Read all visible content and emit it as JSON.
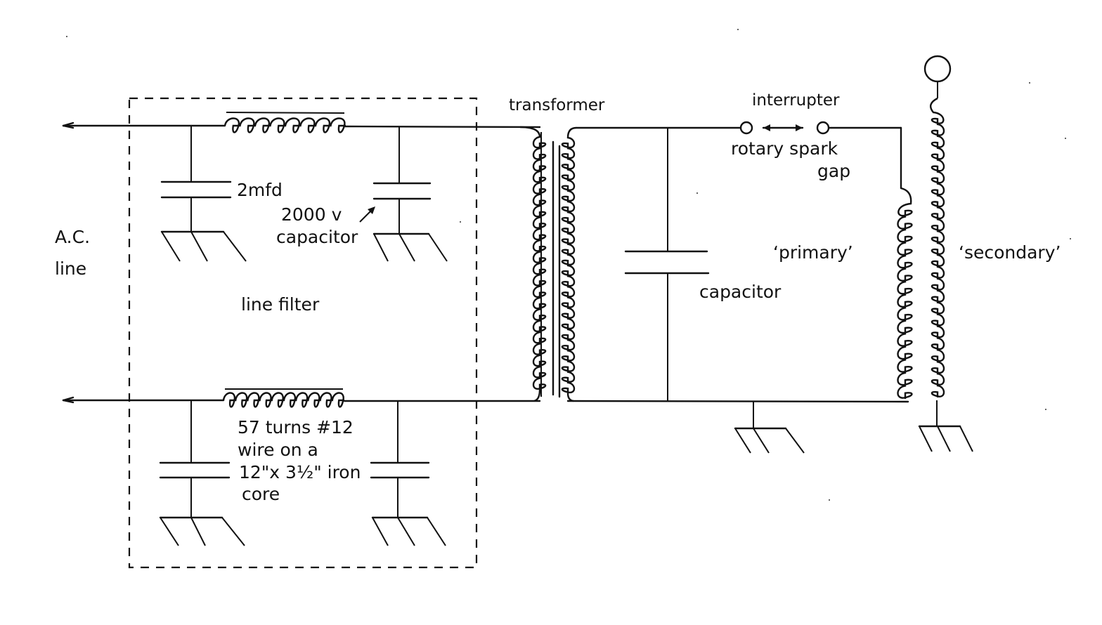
{
  "diagram": {
    "type": "schematic",
    "subject": "Tesla coil circuit with line filter",
    "labels": {
      "ac_line_1": "A.C.",
      "ac_line_2": "line",
      "capacitor_value": "2mfd",
      "capacitor_voltage": "2000 v",
      "capacitor_word": "capacitor",
      "line_filter": "line filter",
      "choke_1": "57 turns #12",
      "choke_2": "wire on a",
      "choke_3": "12\"x 3½\" iron",
      "choke_4": "core",
      "transformer": "transformer",
      "interrupter": "interrupter",
      "rotary_1": "rotary spark",
      "rotary_2": "gap",
      "tank_capacitor": "capacitor",
      "primary": "‘primary’",
      "secondary": "‘secondary’"
    },
    "components": [
      {
        "id": "line-filter",
        "kind": "dashed enclosure"
      },
      {
        "id": "choke-top",
        "kind": "inductor",
        "turns_drawn": 8
      },
      {
        "id": "choke-bottom",
        "kind": "inductor",
        "turns_drawn": 10
      },
      {
        "id": "filter-cap-top-left",
        "kind": "capacitor"
      },
      {
        "id": "filter-cap-top-right",
        "kind": "capacitor"
      },
      {
        "id": "filter-cap-bottom-left",
        "kind": "capacitor"
      },
      {
        "id": "filter-cap-bottom-right",
        "kind": "capacitor"
      },
      {
        "id": "transformer",
        "kind": "iron-core transformer"
      },
      {
        "id": "tank-capacitor",
        "kind": "capacitor"
      },
      {
        "id": "spark-gap",
        "kind": "rotary spark gap"
      },
      {
        "id": "primary-coil",
        "kind": "inductor"
      },
      {
        "id": "secondary-coil",
        "kind": "inductor"
      },
      {
        "id": "top-load",
        "kind": "terminal sphere"
      }
    ]
  }
}
